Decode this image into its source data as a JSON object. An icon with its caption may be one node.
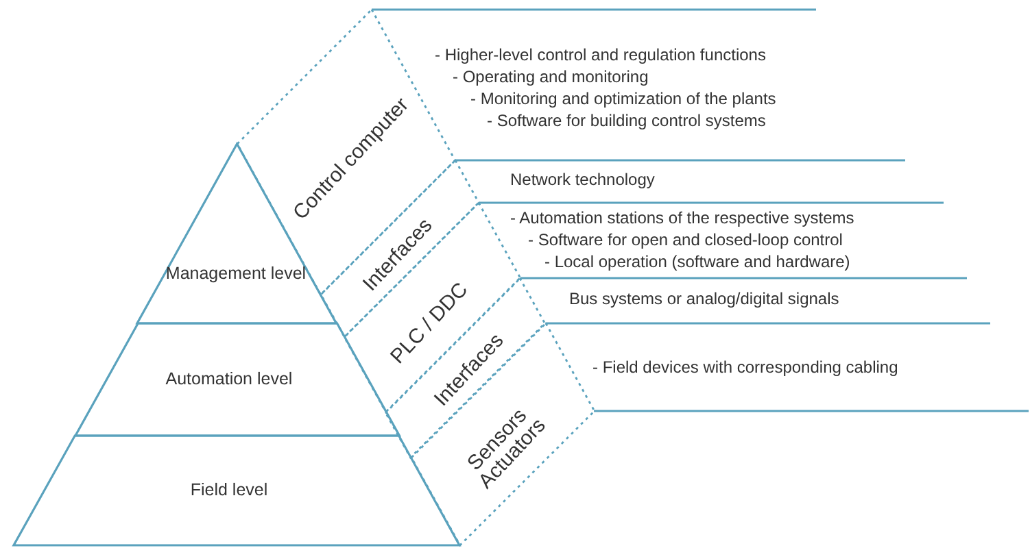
{
  "diagram": {
    "nodes": [
      {
        "text": [
          "Management level"
        ]
      },
      {
        "text": [
          "Automation level"
        ]
      },
      {
        "text": [
          "Field level"
        ]
      },
      {
        "text": [
          "Control computer"
        ]
      },
      {
        "text": [
          "Interfaces"
        ]
      },
      {
        "text": [
          "PLC / DDC"
        ]
      },
      {
        "text": [
          "Interfaces"
        ]
      },
      {
        "text": [
          "Sensors Actuators"
        ]
      }
    ],
    "edges": [],
    "labels": [
      "- Higher-level control and regulation functions",
      "- Operating and monitoring",
      "- Monitoring and optimization of the plants",
      "- Software for building control systems",
      "Network technology",
      "- Automation stations of the respective systems",
      "- Software for open and closed-loop control",
      "- Local operation (software and hardware)",
      "Bus systems or analog/digital signals",
      "- Field devices with corresponding cabling"
    ]
  }
}
